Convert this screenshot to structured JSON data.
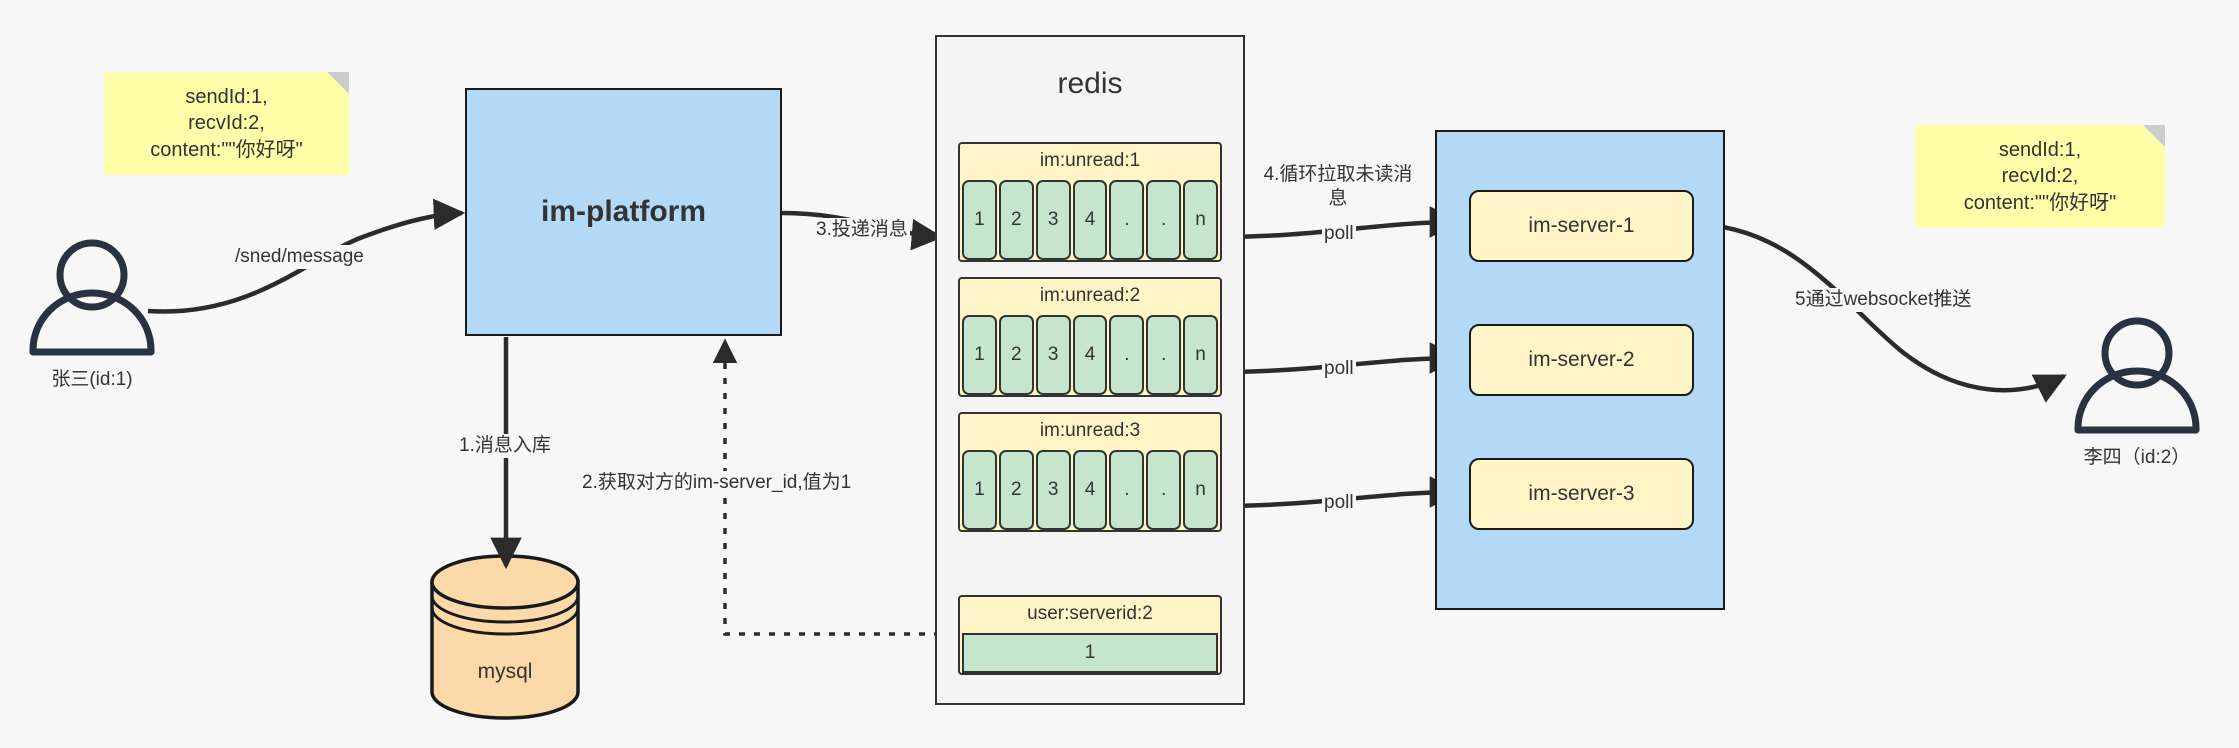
{
  "diagram": {
    "title": "IM message delivery flow",
    "background": "#f7f7f7",
    "colors": {
      "sticky": "#ffffaa",
      "blue_container": "#b3d9f7",
      "redis_panel": "#f4f4f4",
      "key_yellow": "#fff6c7",
      "cell_green": "#c5e6cd",
      "db_orange": "#fcd9a8",
      "stroke": "#333333"
    }
  },
  "notes": {
    "left": "sendId:1,\nrecvId:2,\ncontent:\"\"你好呀\"",
    "right": "sendId:1,\nrecvId:2,\ncontent:\"\"你好呀\""
  },
  "actors": {
    "sender": {
      "label": "张三(id:1)",
      "icon": "user-icon"
    },
    "receiver": {
      "label": "李四（id:2）",
      "icon": "user-icon"
    }
  },
  "nodes": {
    "platform": "im-platform",
    "mysql": "mysql",
    "redis_title": "redis"
  },
  "redis": {
    "keys": [
      {
        "name": "im:unread:1",
        "cells": [
          "1",
          "2",
          "3",
          "4",
          ".",
          ".",
          "n"
        ]
      },
      {
        "name": "im:unread:2",
        "cells": [
          "1",
          "2",
          "3",
          "4",
          ".",
          ".",
          "n"
        ]
      },
      {
        "name": "im:unread:3",
        "cells": [
          "1",
          "2",
          "3",
          "4",
          ".",
          ".",
          "n"
        ]
      }
    ],
    "kv": {
      "name": "user:serverid:2",
      "value": "1"
    }
  },
  "servers": [
    {
      "label": "im-server-1"
    },
    {
      "label": "im-server-2"
    },
    {
      "label": "im-server-3"
    }
  ],
  "edges": {
    "send_message": "/sned/message",
    "step1": "1.消息入库",
    "step2": "2.获取对方的im-server_id,值为1",
    "step3": "3.投递消息",
    "step4": "4.循环拉取未读消\n息",
    "poll1": "poll",
    "poll2": "poll",
    "poll3": "poll",
    "step5": "5通过websocket推送"
  }
}
